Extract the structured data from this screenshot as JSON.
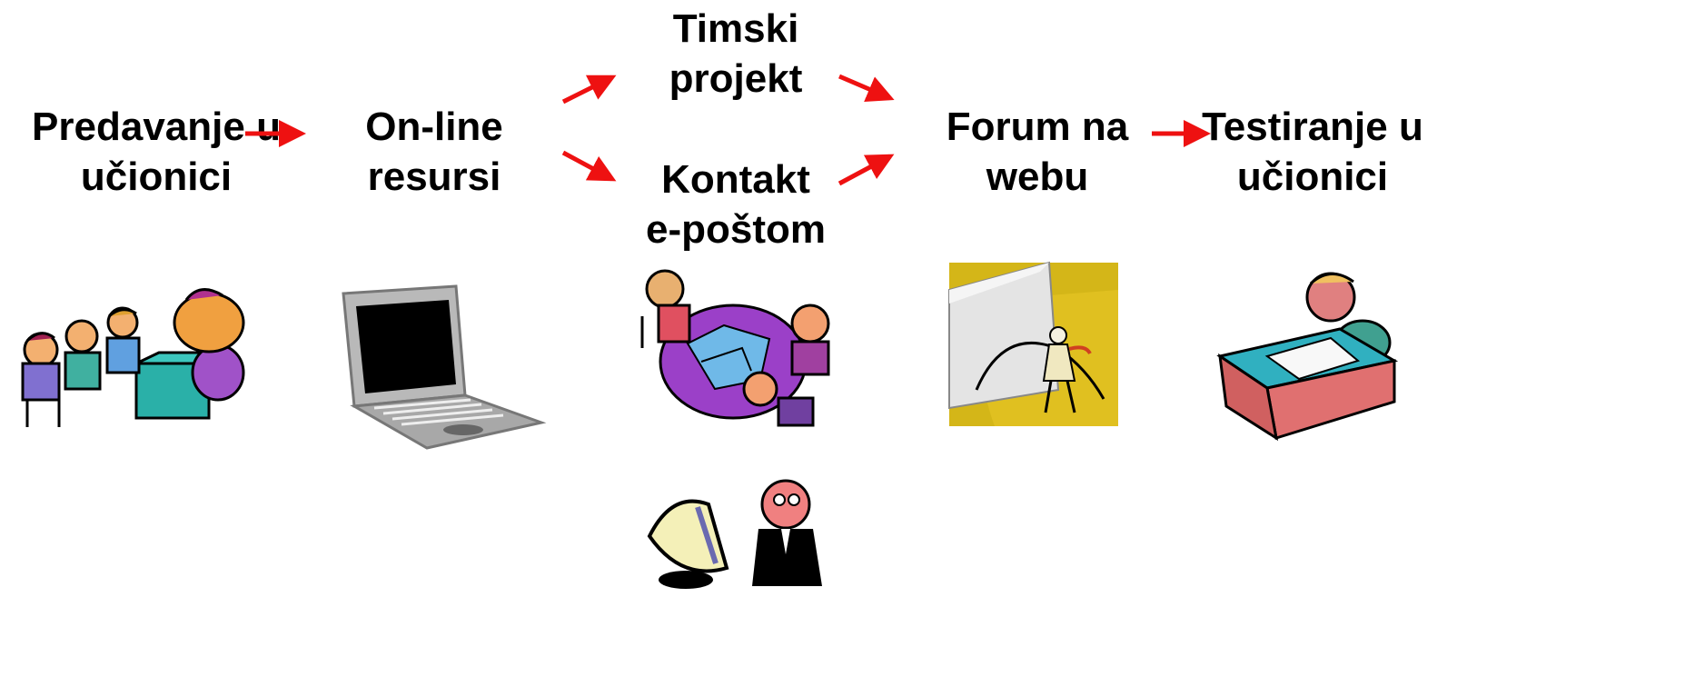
{
  "nodes": [
    {
      "id": "predavanje",
      "lines": [
        "Predavanje u",
        "učionici"
      ]
    },
    {
      "id": "online",
      "lines": [
        "On-line",
        "resursi"
      ]
    },
    {
      "id": "timski",
      "lines": [
        "Timski",
        "projekt"
      ]
    },
    {
      "id": "kontakt",
      "lines": [
        "Kontakt",
        "e-poštom"
      ]
    },
    {
      "id": "forum",
      "lines": [
        "Forum na",
        "webu"
      ]
    },
    {
      "id": "testiranje",
      "lines": [
        "Testiranje u",
        "učionici"
      ]
    }
  ],
  "edges": [
    {
      "from": "predavanje",
      "to": "online"
    },
    {
      "from": "online",
      "to": "timski"
    },
    {
      "from": "online",
      "to": "kontakt"
    },
    {
      "from": "timski",
      "to": "forum"
    },
    {
      "from": "kontakt",
      "to": "forum"
    },
    {
      "from": "forum",
      "to": "testiranje"
    }
  ],
  "colors": {
    "arrow": "#ee1111",
    "text": "#000000",
    "forum_bg": "#e0c020"
  },
  "icons": [
    "classroom-illustration",
    "laptop-illustration",
    "team-meeting-illustration",
    "email-user-illustration",
    "web-forum-illustration",
    "exam-desk-illustration"
  ]
}
